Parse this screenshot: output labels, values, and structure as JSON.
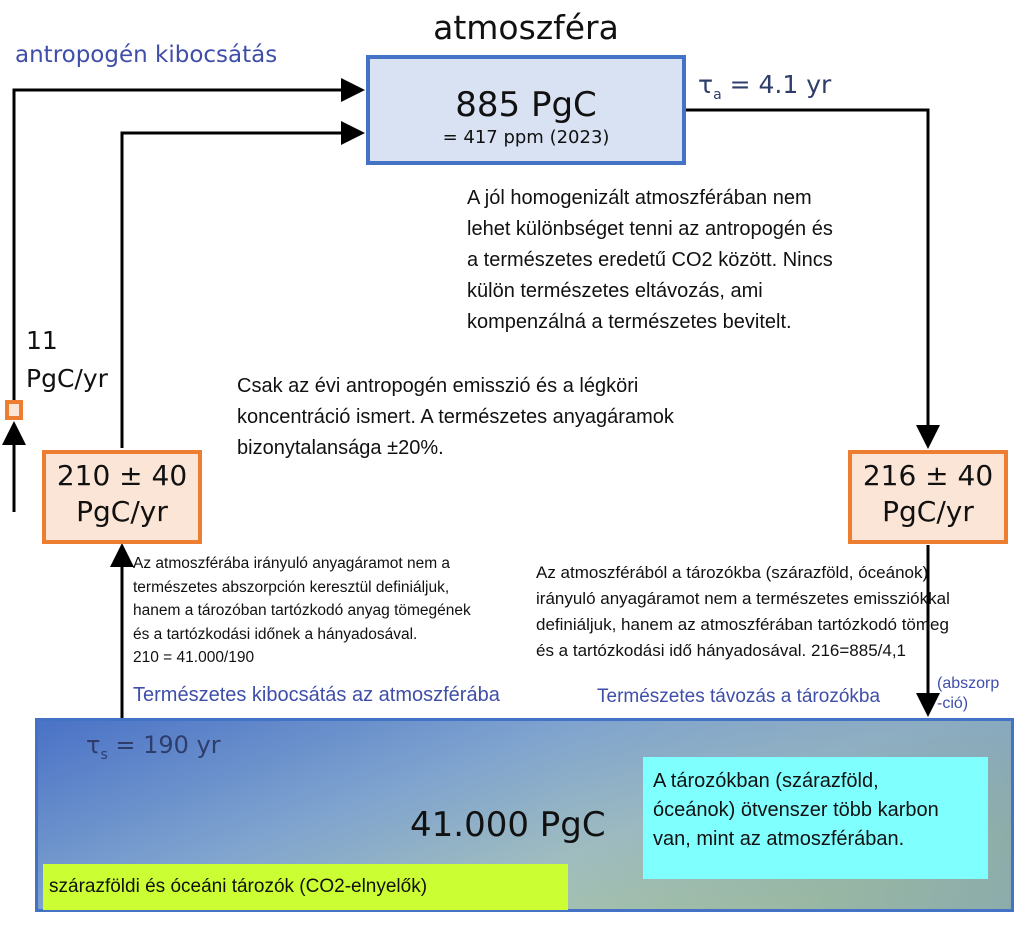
{
  "title": "atmoszféra",
  "anthropogenic_label": "antropogén kibocsátás",
  "atmosphere": {
    "amount": "885 PgC",
    "concentration": "= 417 ppm (2023)"
  },
  "tau_a": {
    "symbol": "τ",
    "sub": "a",
    "value": " = 4.1 yr"
  },
  "tau_s": {
    "symbol": "τ",
    "sub": "s",
    "value": " = 190 yr"
  },
  "anthropogenic_flux": {
    "line1": "11",
    "line2": "PgC/yr"
  },
  "emission_box": {
    "line1": "210 ± 40",
    "line2": "PgC/yr"
  },
  "removal_box": {
    "line1": "216 ± 40",
    "line2": "PgC/yr"
  },
  "note_homogenized": [
    "A jól homogenizált atmoszférában nem",
    "lehet különbséget tenni az antropogén és",
    "a természetes eredetű CO2 között. Nincs",
    "külön természetes eltávozás, ami",
    "kompenzálná a természetes bevitelt."
  ],
  "note_known": [
    "Csak az évi antropogén emisszió és a légköri",
    "koncentráció ismert. A természetes anyagáramok",
    "bizonytalansága ±20%."
  ],
  "note_emission": [
    "Az atmoszférába irányuló anyagáramot nem a",
    "természetes abszorpción keresztül definiáljuk,",
    "hanem a tározóban tartózkodó anyag tömegének",
    "és a tartózkodási időnek a hányadosával.",
    "210 = 41.000/190"
  ],
  "note_removal": [
    "Az atmoszférából a tározókba (szárazföld, óceánok)",
    "irányuló anyagáramot nem a természetes emissziókkal",
    "definiáljuk, hanem az atmoszférában tartózkodó tömeg",
    "és a tartózkodási idő hányadosával. 216=885/4,1"
  ],
  "natural_emission_label": "Természetes kibocsátás az atmoszférába",
  "natural_removal_label": "Természetes távozás a tározókba",
  "absorption_label": [
    "(abszorp",
    "-ció)"
  ],
  "reservoir": {
    "amount": "41.000 PgC",
    "label": "szárazföldi és óceáni tározók (CO2-elnyelők)",
    "note": [
      "A tározókban (szárazföld,",
      "óceánok) ötvenszer több karbon",
      "van, mint az atmoszférában."
    ]
  },
  "colors": {
    "atm_border": "#4472c4",
    "flux_border": "#ed7d31",
    "label_blue": "#3f4ea8",
    "note_cyan": "#80ffff",
    "label_yellow": "#ccff33"
  }
}
